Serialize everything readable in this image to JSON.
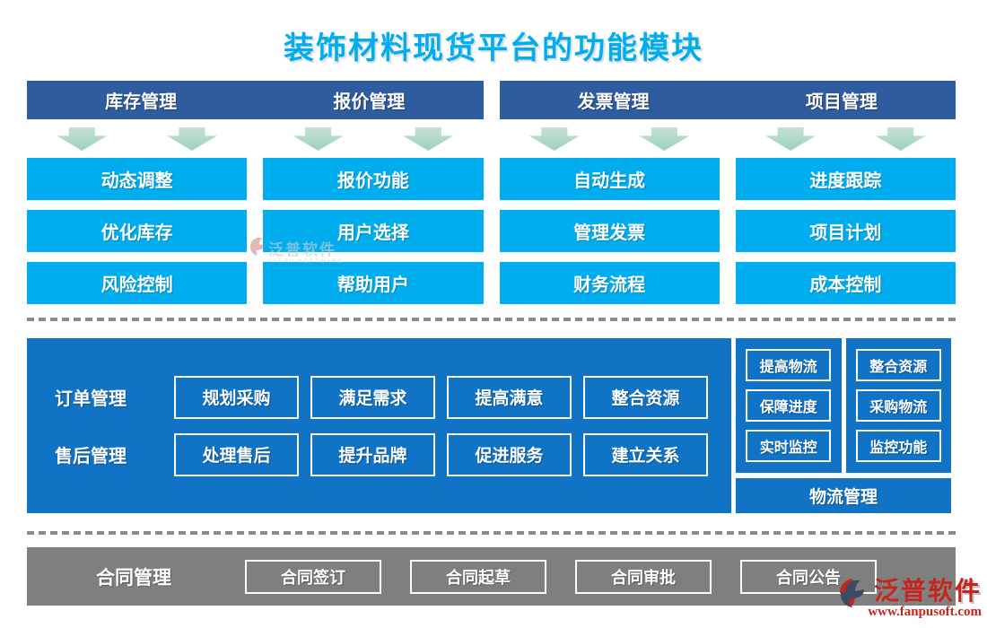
{
  "title": "装饰材料现货平台的功能模块",
  "top": {
    "bars": [
      {
        "labels": [
          "库存管理",
          "报价管理"
        ]
      },
      {
        "labels": [
          "发票管理",
          "项目管理"
        ]
      }
    ],
    "columns": [
      {
        "items": [
          "动态调整",
          "优化库存",
          "风险控制"
        ]
      },
      {
        "items": [
          "报价功能",
          "用户选择",
          "帮助用户"
        ]
      },
      {
        "items": [
          "自动生成",
          "管理发票",
          "财务流程"
        ]
      },
      {
        "items": [
          "进度跟踪",
          "项目计划",
          "成本控制"
        ]
      }
    ]
  },
  "middle": {
    "rows": [
      {
        "label": "订单管理",
        "buttons": [
          "规划采购",
          "满足需求",
          "提高满意",
          "整合资源"
        ]
      },
      {
        "label": "售后管理",
        "buttons": [
          "处理售后",
          "提升品牌",
          "促进服务",
          "建立关系"
        ]
      }
    ]
  },
  "logistics": {
    "columns": [
      {
        "buttons": [
          "提高物流",
          "保障进度",
          "实时监控"
        ]
      },
      {
        "buttons": [
          "整合资源",
          "采购物流",
          "监控功能"
        ]
      }
    ],
    "footer": "物流管理"
  },
  "contract": {
    "label": "合同管理",
    "buttons": [
      "合同签订",
      "合同起草",
      "合同审批",
      "合同公告"
    ]
  },
  "watermark": {
    "text": "泛普软件",
    "subtext": "FANPU SOFTWARE"
  },
  "logo": {
    "name": "泛普软件",
    "url": "www.fanpusoft.com"
  },
  "colors": {
    "title": "#00AEEF",
    "header_bar": "#2E5C9E",
    "module_box": "#00AEEF",
    "arrow_green": "#9FD2BA",
    "panel_blue": "#1173C5",
    "contract_gray": "#7F7F7F",
    "logo_red": "#C5251C"
  }
}
